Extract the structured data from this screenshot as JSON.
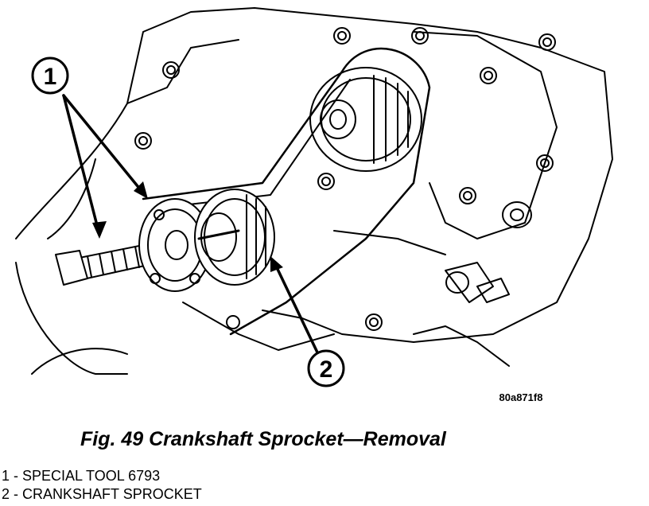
{
  "figure": {
    "callouts": [
      {
        "number": "1"
      },
      {
        "number": "2"
      }
    ],
    "image_code": "80a871f8",
    "caption": "Fig. 49 Crankshaft Sprocket—Removal"
  },
  "legend": [
    {
      "text": "1 - SPECIAL TOOL 6793"
    },
    {
      "text": "2 - CRANKSHAFT SPROCKET"
    }
  ]
}
